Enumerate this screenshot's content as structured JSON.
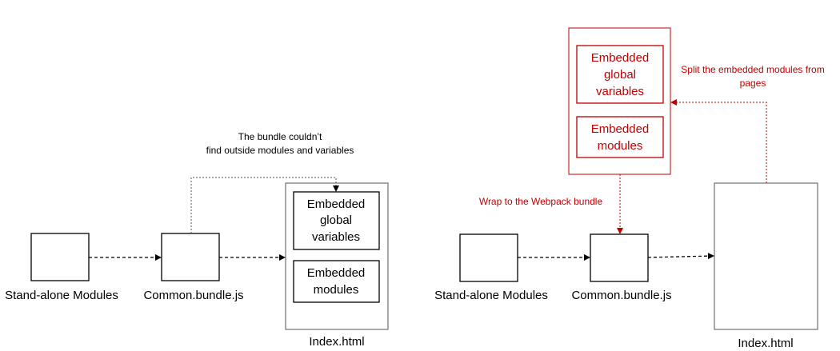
{
  "colors": {
    "black": "#000000",
    "gray": "#555555",
    "red": "#c00000"
  },
  "left": {
    "note_line1": "The bundle couldn’t",
    "note_line2": "find outside modules and variables",
    "standalone_label": "Stand-alone Modules",
    "common_label": "Common.bundle.js",
    "index_label": "Index.html",
    "globals_line1": "Embedded",
    "globals_line2": "global",
    "globals_line3": "variables",
    "modules_line1": "Embedded",
    "modules_line2": "modules"
  },
  "right": {
    "globals_line1": "Embedded",
    "globals_line2": "global",
    "globals_line3": "variables",
    "modules_line1": "Embedded",
    "modules_line2": "modules",
    "split_line1": "Split the embedded modules from",
    "split_line2": "pages",
    "wrap_label": "Wrap to the Webpack bundle",
    "standalone_label": "Stand-alone Modules",
    "common_label": "Common.bundle.js",
    "index_label": "Index.html"
  }
}
